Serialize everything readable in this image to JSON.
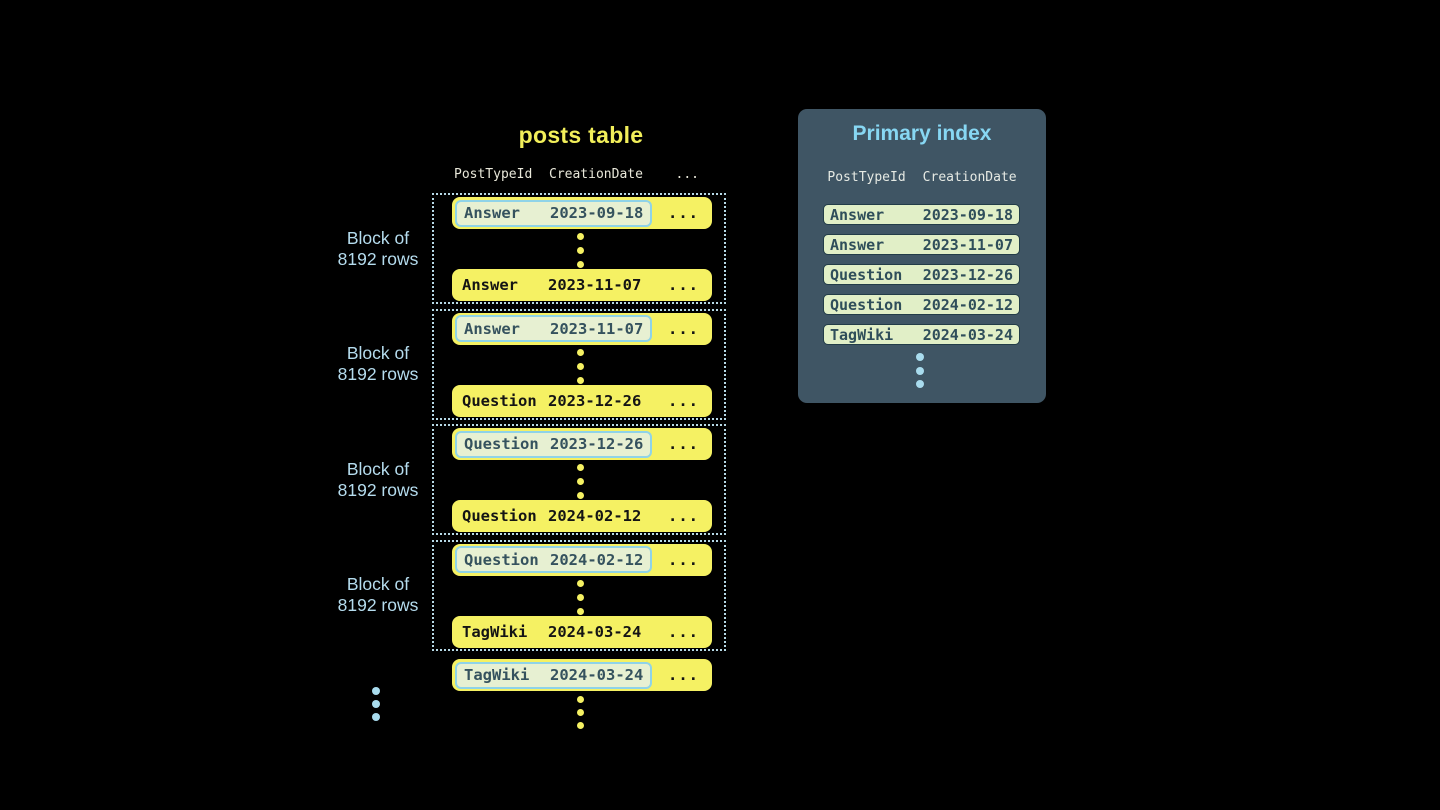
{
  "posts_table": {
    "title": "posts table",
    "columns": [
      "PostTypeId",
      "CreationDate"
    ],
    "ellipsis": "...",
    "block_label": [
      "Block of",
      "8192 rows"
    ],
    "blocks": [
      {
        "label": [
          "Block of",
          "8192 rows"
        ],
        "first": {
          "type": "Answer",
          "date": "2023-09-18"
        },
        "last": {
          "type": "Answer",
          "date": "2023-11-07"
        }
      },
      {
        "label": [
          "Block of",
          "8192 rows"
        ],
        "first": {
          "type": "Answer",
          "date": "2023-11-07"
        },
        "last": {
          "type": "Question",
          "date": "2023-12-26"
        }
      },
      {
        "label": [
          "Block of",
          "8192 rows"
        ],
        "first": {
          "type": "Question",
          "date": "2023-12-26"
        },
        "last": {
          "type": "Question",
          "date": "2024-02-12"
        }
      },
      {
        "label": [
          "Block of",
          "8192 rows"
        ],
        "first": {
          "type": "Question",
          "date": "2024-02-12"
        },
        "last": {
          "type": "TagWiki",
          "date": "2024-03-24"
        }
      }
    ],
    "next_block_first_row": {
      "type": "TagWiki",
      "date": "2024-03-24"
    }
  },
  "primary_index": {
    "title": "Primary index",
    "columns": [
      "PostTypeId",
      "CreationDate"
    ],
    "rows": [
      {
        "type": "Answer",
        "date": "2023-09-18"
      },
      {
        "type": "Answer",
        "date": "2023-11-07"
      },
      {
        "type": "Question",
        "date": "2023-12-26"
      },
      {
        "type": "Question",
        "date": "2024-02-12"
      },
      {
        "type": "TagWiki",
        "date": "2024-03-24"
      }
    ]
  },
  "colors": {
    "background": "#000000",
    "row_yellow": "#f5f163",
    "title_yellow": "#f2ef5a",
    "highlight_pill_fill": "#e7f0d2",
    "highlight_pill_border": "#8fd3e8",
    "block_dotted_border": "#b6d8e5",
    "block_label_blue": "#b5dcee",
    "panel_background": "#3f5564",
    "panel_title_blue": "#87d7f3",
    "index_row_fill": "#e1efc7",
    "index_row_text": "#2f4e5a",
    "header_text": "#e9e8da",
    "dots_blue": "#a9dcee"
  }
}
